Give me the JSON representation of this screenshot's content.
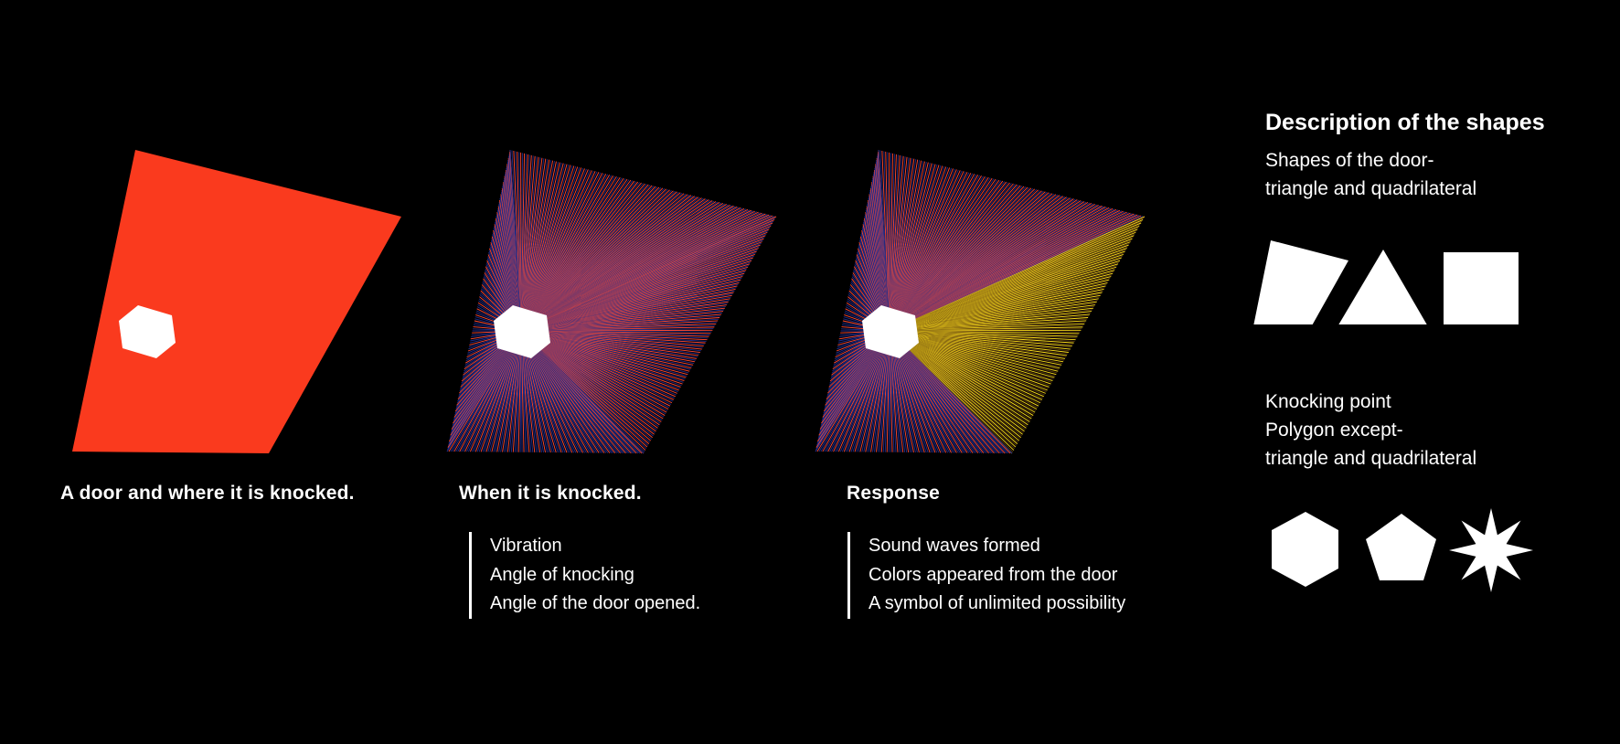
{
  "colors": {
    "background": "#000000",
    "door_fill": "#fa3a1e",
    "stripe_red": "#ff4a33",
    "stripe_blue": "#1f2d8c",
    "stripe_yellow": "#ffdf1a",
    "shape_white": "#ffffff"
  },
  "panels": [
    {
      "caption": "A door and where it is knocked.",
      "notes": []
    },
    {
      "caption": "When it is knocked.",
      "notes": [
        "Vibration",
        "Angle of knocking",
        "Angle of the door opened."
      ]
    },
    {
      "caption": "Response",
      "notes": [
        "Sound waves formed",
        "Colors appeared from the door",
        "A symbol of unlimited possibility"
      ]
    }
  ],
  "description": {
    "title": "Description of the shapes",
    "door_shapes_text": [
      "Shapes of the door-",
      "triangle and quadrilateral"
    ],
    "door_shapes_icons": [
      "quadrilateral-icon",
      "triangle-icon",
      "square-icon"
    ],
    "knock_text": [
      "Knocking point",
      "Polygon except-",
      "triangle and quadrilateral"
    ],
    "knock_icons": [
      "hexagon-icon",
      "pentagon-icon",
      "octagram-icon"
    ]
  }
}
